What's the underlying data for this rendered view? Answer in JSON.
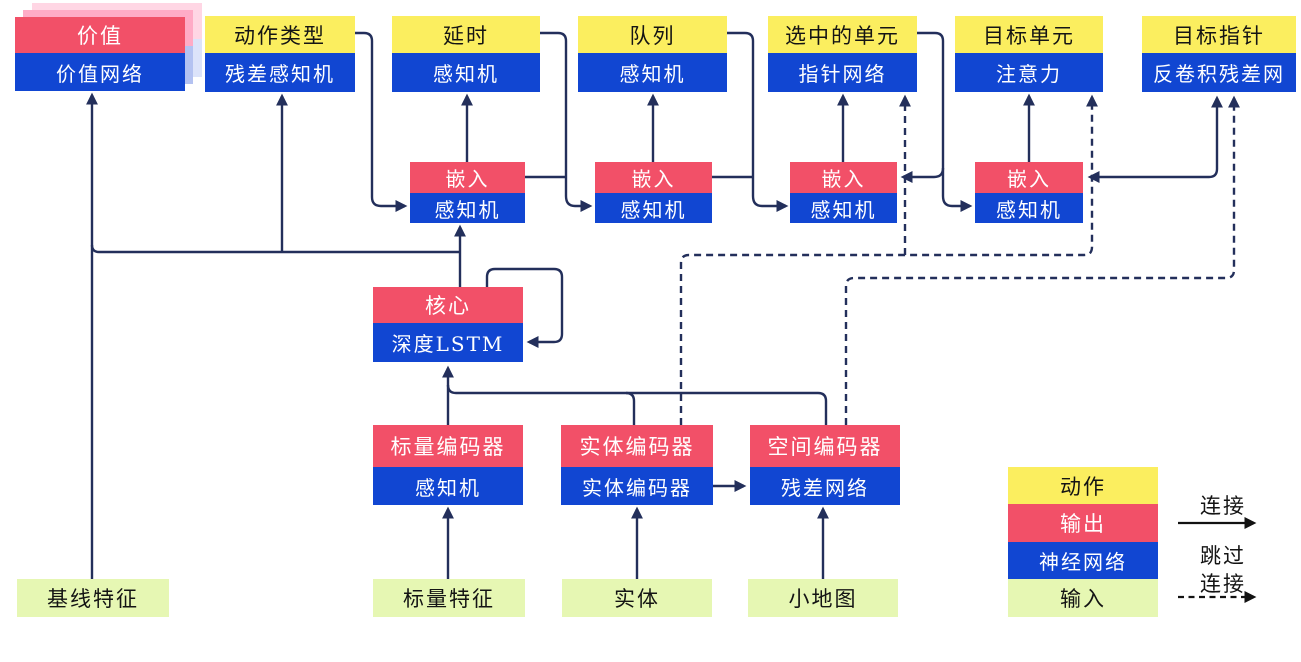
{
  "diagram_title": "AlphaStar-style agent architecture (Chinese)",
  "nodes": {
    "value": {
      "top": "价值",
      "bottom": "价值网络"
    },
    "action_type": {
      "top": "动作类型",
      "bottom": "残差感知机"
    },
    "delay": {
      "top": "延时",
      "bottom": "感知机"
    },
    "queue": {
      "top": "队列",
      "bottom": "感知机"
    },
    "selected_units": {
      "top": "选中的单元",
      "bottom": "指针网络"
    },
    "target_unit": {
      "top": "目标单元",
      "bottom": "注意力"
    },
    "target_pointer": {
      "top": "目标指针",
      "bottom": "反卷积残差网"
    },
    "embed1": {
      "top": "嵌入",
      "bottom": "感知机"
    },
    "embed2": {
      "top": "嵌入",
      "bottom": "感知机"
    },
    "embed3": {
      "top": "嵌入",
      "bottom": "感知机"
    },
    "embed4": {
      "top": "嵌入",
      "bottom": "感知机"
    },
    "core": {
      "top": "核心",
      "bottom": "深度LSTM"
    },
    "scalar_encoder": {
      "top": "标量编码器",
      "bottom": "感知机"
    },
    "entity_encoder": {
      "top": "实体编码器",
      "bottom": "实体编码器"
    },
    "spatial_encoder": {
      "top": "空间编码器",
      "bottom": "残差网络"
    },
    "baseline_features": {
      "label": "基线特征"
    },
    "scalar_features": {
      "label": "标量特征"
    },
    "entity": {
      "label": "实体"
    },
    "minimap": {
      "label": "小地图"
    }
  },
  "legend": {
    "action": "动作",
    "output": "输出",
    "network": "神经网络",
    "input": "输入",
    "connection": "连接",
    "skip_line1": "跳过",
    "skip_line2": "连接"
  },
  "colors": {
    "action_yellow": "#FBEE5F",
    "output_red": "#F25068",
    "network_blue": "#1146D2",
    "input_green": "#E6F7B3",
    "connector_navy": "#232F5B",
    "legend_arrow_black": "#121212",
    "value_shadow_pink": "#FFABC6",
    "value_shadow_pink_light": "#FFD6E4",
    "value_shadow_blue": "#B4C2F1",
    "value_shadow_blue_light": "#DCE3FA"
  },
  "edge_styles": {
    "connection": "solid",
    "skip_connection": "dashed"
  }
}
